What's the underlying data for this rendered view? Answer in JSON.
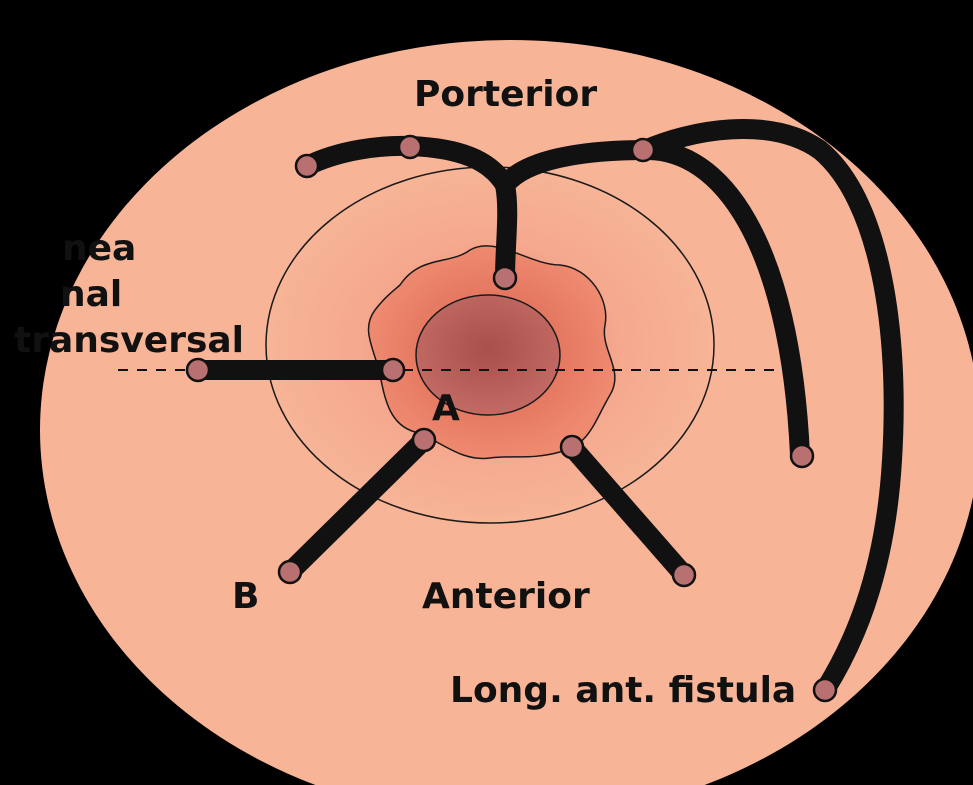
{
  "labels": {
    "posterior": "Porterior",
    "anterior": "Anterior",
    "a": "A",
    "b": "B",
    "long_fistula": "Long. ant. fistula",
    "cut_line1": "nea",
    "cut_line2": "nal",
    "cut_line3": "transversal"
  },
  "colors": {
    "background": "#000000",
    "skin": "#f7b497",
    "perianal_zone": "#f5a488",
    "anus_ring": "#e8735a",
    "anal_canal": "#b55a55",
    "fistula": "#111111",
    "opening": "#b87070"
  }
}
